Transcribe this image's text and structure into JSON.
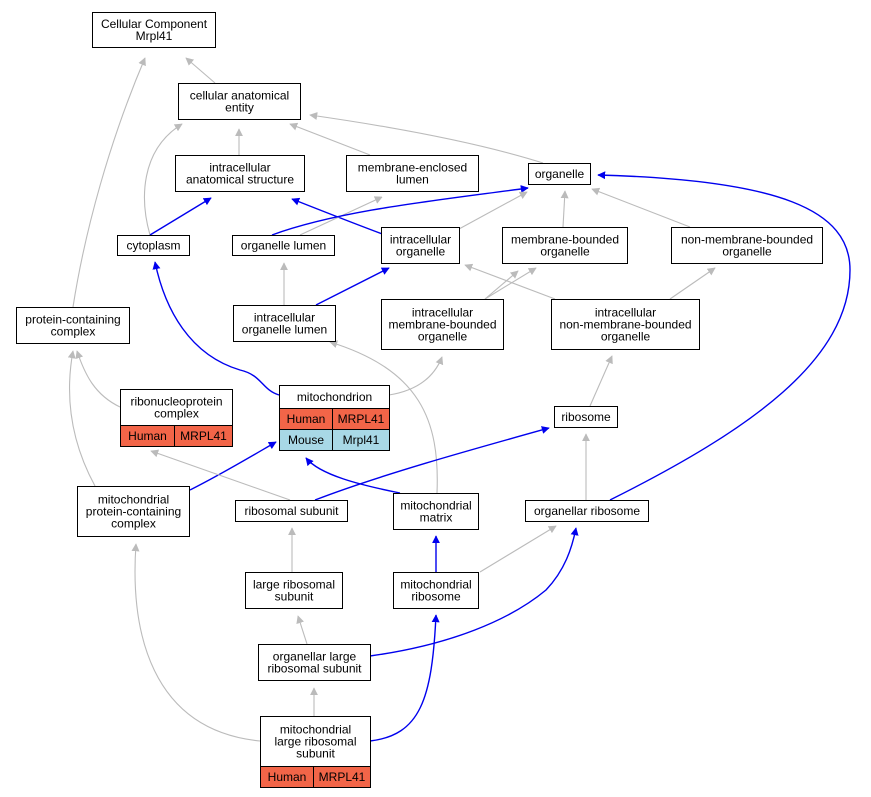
{
  "diagram": {
    "colors": {
      "human": "#f26548",
      "mouse": "#a8d8e6",
      "edge_is_a": "#bbbbbb",
      "edge_part_of": "#0000ee",
      "node_border": "#000000",
      "background": "#ffffff"
    },
    "nodes": {
      "root": {
        "lines": [
          "Cellular Component",
          "Mrpl41"
        ]
      },
      "cae": {
        "lines": [
          "cellular anatomical",
          "entity"
        ]
      },
      "ias": {
        "lines": [
          "intracellular",
          "anatomical structure"
        ]
      },
      "mel": {
        "lines": [
          "membrane-enclosed",
          "lumen"
        ]
      },
      "organelle": {
        "lines": [
          "organelle"
        ]
      },
      "cytoplasm": {
        "lines": [
          "cytoplasm"
        ]
      },
      "olumen": {
        "lines": [
          "organelle lumen"
        ]
      },
      "iorg": {
        "lines": [
          "intracellular",
          "organelle"
        ]
      },
      "mbo": {
        "lines": [
          "membrane-bounded",
          "organelle"
        ]
      },
      "nmbo": {
        "lines": [
          "non-membrane-bounded",
          "organelle"
        ]
      },
      "pcc": {
        "lines": [
          "protein-containing",
          "complex"
        ]
      },
      "iol": {
        "lines": [
          "intracellular",
          "organelle lumen"
        ]
      },
      "imbo": {
        "lines": [
          "intracellular",
          "membrane-bounded",
          "organelle"
        ]
      },
      "inmbo": {
        "lines": [
          "intracellular",
          "non-membrane-bounded",
          "organelle"
        ]
      },
      "mito": {
        "lines": [
          "mitochondrion"
        ],
        "annotations": [
          {
            "species": "Human",
            "gene": "MRPL41"
          },
          {
            "species": "Mouse",
            "gene": "Mrpl41"
          }
        ]
      },
      "rnp": {
        "lines": [
          "ribonucleoprotein",
          "complex"
        ],
        "annotations": [
          {
            "species": "Human",
            "gene": "MRPL41"
          }
        ]
      },
      "ribosome": {
        "lines": [
          "ribosome"
        ]
      },
      "mpcc": {
        "lines": [
          "mitochondrial",
          "protein-containing",
          "complex"
        ]
      },
      "rsub": {
        "lines": [
          "ribosomal subunit"
        ]
      },
      "mmatrix": {
        "lines": [
          "mitochondrial",
          "matrix"
        ]
      },
      "orib": {
        "lines": [
          "organellar ribosome"
        ]
      },
      "lrs": {
        "lines": [
          "large ribosomal",
          "subunit"
        ]
      },
      "mribo": {
        "lines": [
          "mitochondrial",
          "ribosome"
        ]
      },
      "olrs": {
        "lines": [
          "organellar large",
          "ribosomal subunit"
        ]
      },
      "mlrs": {
        "lines": [
          "mitochondrial",
          "large ribosomal",
          "subunit"
        ],
        "annotations": [
          {
            "species": "Human",
            "gene": "MRPL41"
          }
        ]
      }
    },
    "edges": [
      {
        "from": "cae",
        "to": "root",
        "kind": "is_a"
      },
      {
        "from": "pcc",
        "to": "root",
        "kind": "is_a"
      },
      {
        "from": "ias",
        "to": "cae",
        "kind": "is_a"
      },
      {
        "from": "mel",
        "to": "cae",
        "kind": "is_a"
      },
      {
        "from": "organelle",
        "to": "cae",
        "kind": "is_a"
      },
      {
        "from": "cytoplasm",
        "to": "cae",
        "kind": "is_a"
      },
      {
        "from": "cytoplasm",
        "to": "ias",
        "kind": "part_of"
      },
      {
        "from": "iorg",
        "to": "ias",
        "kind": "part_of"
      },
      {
        "from": "olumen",
        "to": "mel",
        "kind": "is_a"
      },
      {
        "from": "olumen",
        "to": "organelle",
        "kind": "part_of"
      },
      {
        "from": "iorg",
        "to": "organelle",
        "kind": "is_a"
      },
      {
        "from": "mbo",
        "to": "organelle",
        "kind": "is_a"
      },
      {
        "from": "nmbo",
        "to": "organelle",
        "kind": "is_a"
      },
      {
        "from": "orib",
        "to": "organelle",
        "kind": "part_of"
      },
      {
        "from": "iol",
        "to": "olumen",
        "kind": "is_a"
      },
      {
        "from": "iol",
        "to": "iorg",
        "kind": "part_of"
      },
      {
        "from": "imbo",
        "to": "iorg",
        "kind": "is_a"
      },
      {
        "from": "imbo",
        "to": "mbo",
        "kind": "is_a"
      },
      {
        "from": "inmbo",
        "to": "iorg",
        "kind": "is_a"
      },
      {
        "from": "inmbo",
        "to": "nmbo",
        "kind": "is_a"
      },
      {
        "from": "rnp",
        "to": "pcc",
        "kind": "is_a"
      },
      {
        "from": "mpcc",
        "to": "pcc",
        "kind": "is_a"
      },
      {
        "from": "mito",
        "to": "imbo",
        "kind": "is_a"
      },
      {
        "from": "mito",
        "to": "cytoplasm",
        "kind": "part_of"
      },
      {
        "from": "ribosome",
        "to": "inmbo",
        "kind": "is_a"
      },
      {
        "from": "mmatrix",
        "to": "iol",
        "kind": "is_a"
      },
      {
        "from": "mpcc",
        "to": "mito",
        "kind": "part_of"
      },
      {
        "from": "mmatrix",
        "to": "mito",
        "kind": "part_of"
      },
      {
        "from": "rsub",
        "to": "rnp",
        "kind": "is_a"
      },
      {
        "from": "rsub",
        "to": "ribosome",
        "kind": "part_of"
      },
      {
        "from": "orib",
        "to": "ribosome",
        "kind": "is_a"
      },
      {
        "from": "lrs",
        "to": "rsub",
        "kind": "is_a"
      },
      {
        "from": "mribo",
        "to": "mmatrix",
        "kind": "part_of"
      },
      {
        "from": "mribo",
        "to": "orib",
        "kind": "is_a"
      },
      {
        "from": "olrs",
        "to": "lrs",
        "kind": "is_a"
      },
      {
        "from": "olrs",
        "to": "orib",
        "kind": "part_of"
      },
      {
        "from": "mlrs",
        "to": "olrs",
        "kind": "is_a"
      },
      {
        "from": "mlrs",
        "to": "mribo",
        "kind": "part_of"
      },
      {
        "from": "mlrs",
        "to": "mpcc",
        "kind": "is_a"
      }
    ]
  }
}
